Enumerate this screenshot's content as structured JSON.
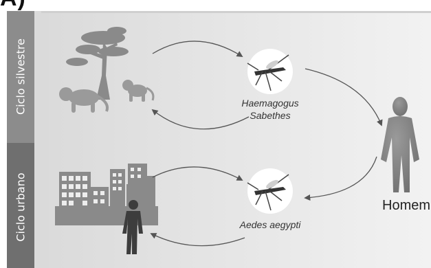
{
  "heading": "A)",
  "cycles": {
    "sylvan_label": "Ciclo silvestre",
    "urban_label": "Ciclo urbano"
  },
  "vectors": {
    "sylvan_line1": "Haemagogus",
    "sylvan_line2": "Sabethes",
    "urban": "Aedes aegypti"
  },
  "host": "Homem",
  "icons": {
    "tree": "tree-icon",
    "monkeys": "monkey-icon",
    "mosquito": "mosquito-icon",
    "city": "city-icon",
    "person": "person-icon",
    "human": "human-icon"
  },
  "colors": {
    "sidebar": "#888888",
    "band": "#dedede",
    "icon": "#8a8a8a",
    "person_dark": "#3d3d3d",
    "arrow": "#555555"
  }
}
